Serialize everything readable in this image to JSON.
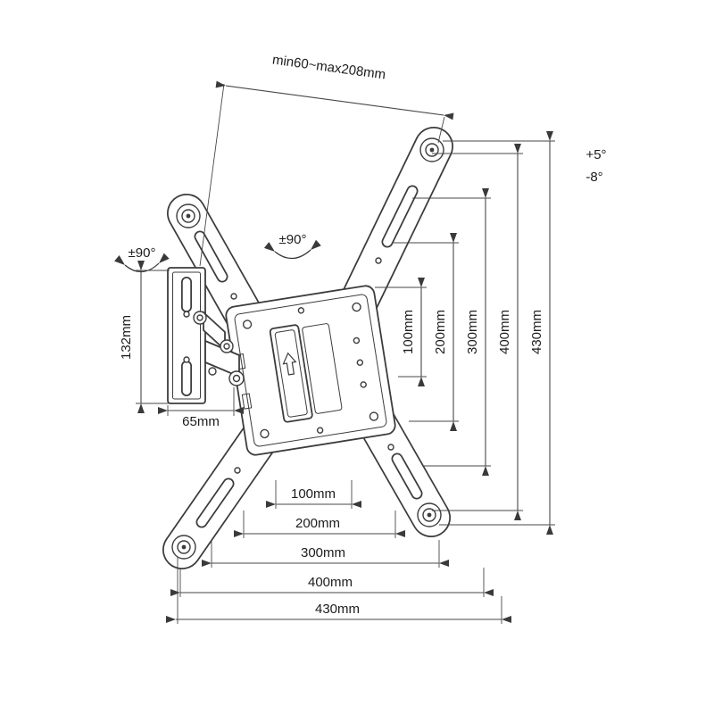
{
  "labels": {
    "extension": "min60~max208mm",
    "tilt_up": "+5°",
    "tilt_down": "-8°",
    "swivel_wall": "±90°",
    "swivel_vesa": "±90°",
    "wall_plate_height": "132mm",
    "wall_plate_offset": "65mm"
  },
  "vesa_vertical": [
    "100mm",
    "200mm",
    "300mm",
    "400mm",
    "430mm"
  ],
  "vesa_horizontal": [
    "100mm",
    "200mm",
    "300mm",
    "400mm",
    "430mm"
  ]
}
